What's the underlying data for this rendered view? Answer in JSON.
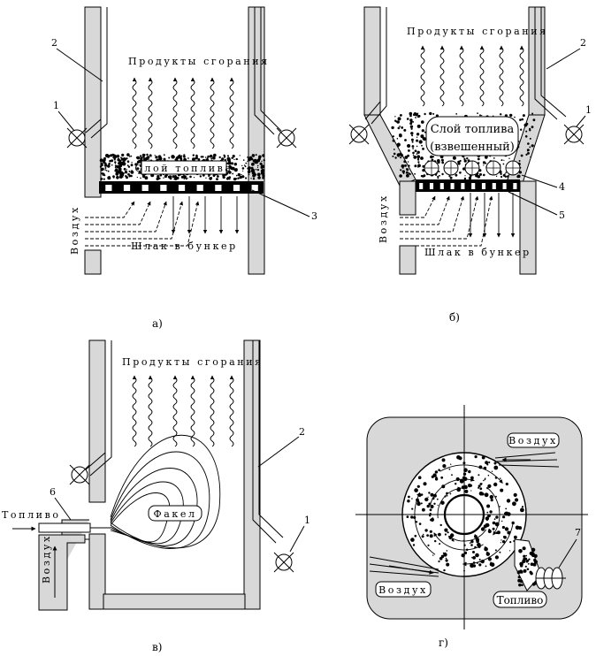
{
  "panel_a": {
    "products": "Продукты сгорания",
    "fuel_layer": "Слой топлива",
    "air": "Воздух",
    "slag": "Шлак в бункер",
    "caption": "а)",
    "n1": "1",
    "n2": "2",
    "n3": "3"
  },
  "panel_b": {
    "products": "Продукты сгорания",
    "fuel_layer_1": "Слой топлива",
    "fuel_layer_2": "(взвешенный)",
    "air": "Воздух",
    "slag": "Шлак в бункер",
    "caption": "б)",
    "n1": "1",
    "n2": "2",
    "n4": "4",
    "n5": "5"
  },
  "panel_v": {
    "products": "Продукты сгорания",
    "torch": "Факел",
    "fuel": "Топливо",
    "air": "Воздух",
    "caption": "в)",
    "n1": "1",
    "n2": "2",
    "n6": "6"
  },
  "panel_g": {
    "air_top": "Воздух",
    "air_bottom": "Воздух",
    "fuel": "Топливо",
    "caption": "г)",
    "n7": "7"
  },
  "colors": {
    "wall_fill": "#d8d8d8",
    "ink": "#000000",
    "paper": "#ffffff"
  }
}
